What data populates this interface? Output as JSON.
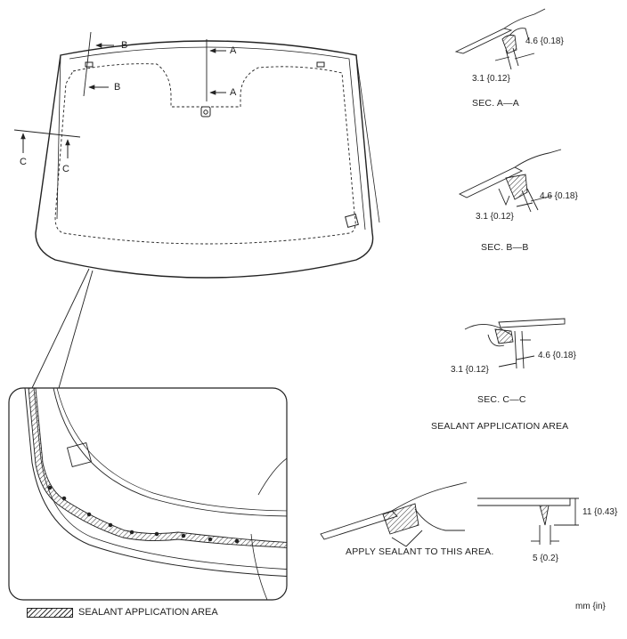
{
  "overview": {
    "arrow_b_top": "B",
    "arrow_b_bottom": "B",
    "arrow_a_top": "A",
    "arrow_a_bottom": "A",
    "arrow_c_left": "C",
    "arrow_c_right": "C"
  },
  "sec_a": {
    "dim_upper": "4.6 {0.18}",
    "dim_lower": "3.1 {0.12}",
    "title": "SEC. A—A"
  },
  "sec_b": {
    "dim_upper": "4.6 {0.18}",
    "dim_lower": "3.1 {0.12}",
    "title": "SEC. B—B"
  },
  "sec_c": {
    "dim_upper": "4.6 {0.18}",
    "dim_lower": "3.1 {0.12}",
    "title": "SEC. C—C"
  },
  "sealant_area": {
    "heading": "SEALANT APPLICATION AREA",
    "instruction": "APPLY SEALANT TO THIS AREA.",
    "dim_height": "11 {0.43}",
    "dim_width": "5 {0.2}"
  },
  "legend": {
    "label": "SEALANT APPLICATION AREA"
  },
  "units": "mm {in}"
}
